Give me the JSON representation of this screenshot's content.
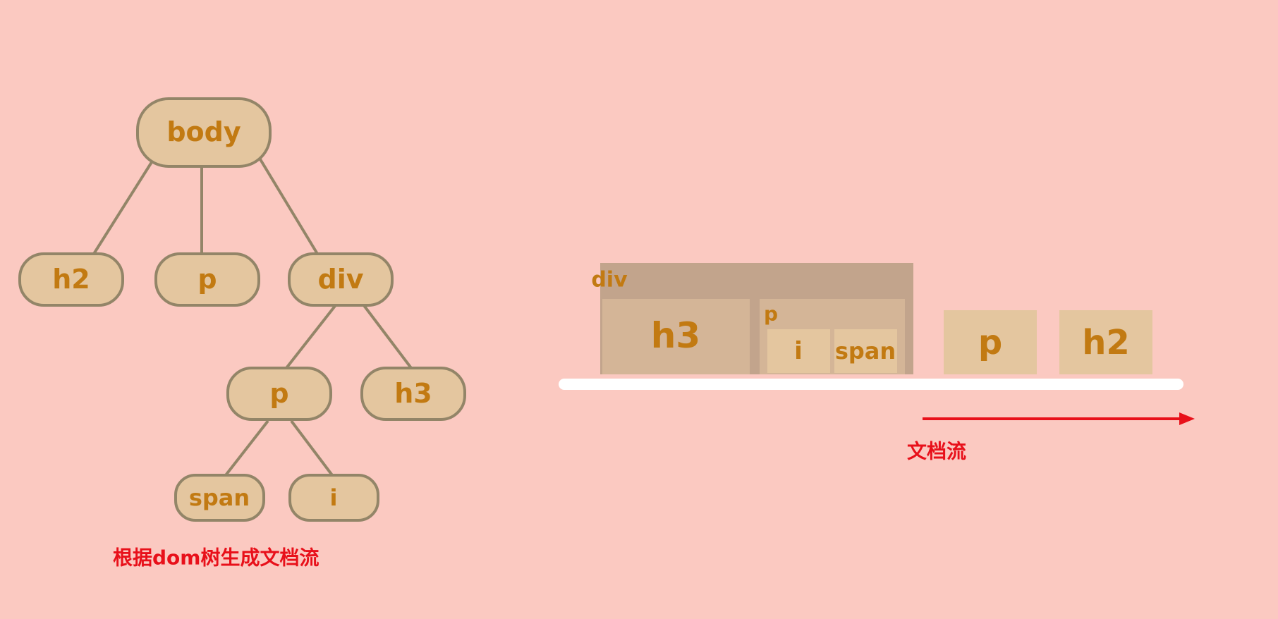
{
  "tree": {
    "nodes": {
      "body": "body",
      "h2": "h2",
      "p": "p",
      "div": "div",
      "div_p": "p",
      "h3": "h3",
      "span": "span",
      "i": "i"
    },
    "caption": "根据dom树生成文档流"
  },
  "flow": {
    "div_label": "div",
    "h3_label": "h3",
    "p_label": "p",
    "i_label": "i",
    "span_label": "span",
    "p2_label": "p",
    "h2_label": "h2",
    "caption": "文档流"
  },
  "colors": {
    "background": "#fbc9c1",
    "node_fill": "#e4c69f",
    "node_stroke": "#938568",
    "text": "#c27a12",
    "div_block": "#c2a48c",
    "inner_block": "#d4b597",
    "light_block": "#e4c69f",
    "arrow": "#e8101a",
    "baseline": "#ffffff"
  }
}
